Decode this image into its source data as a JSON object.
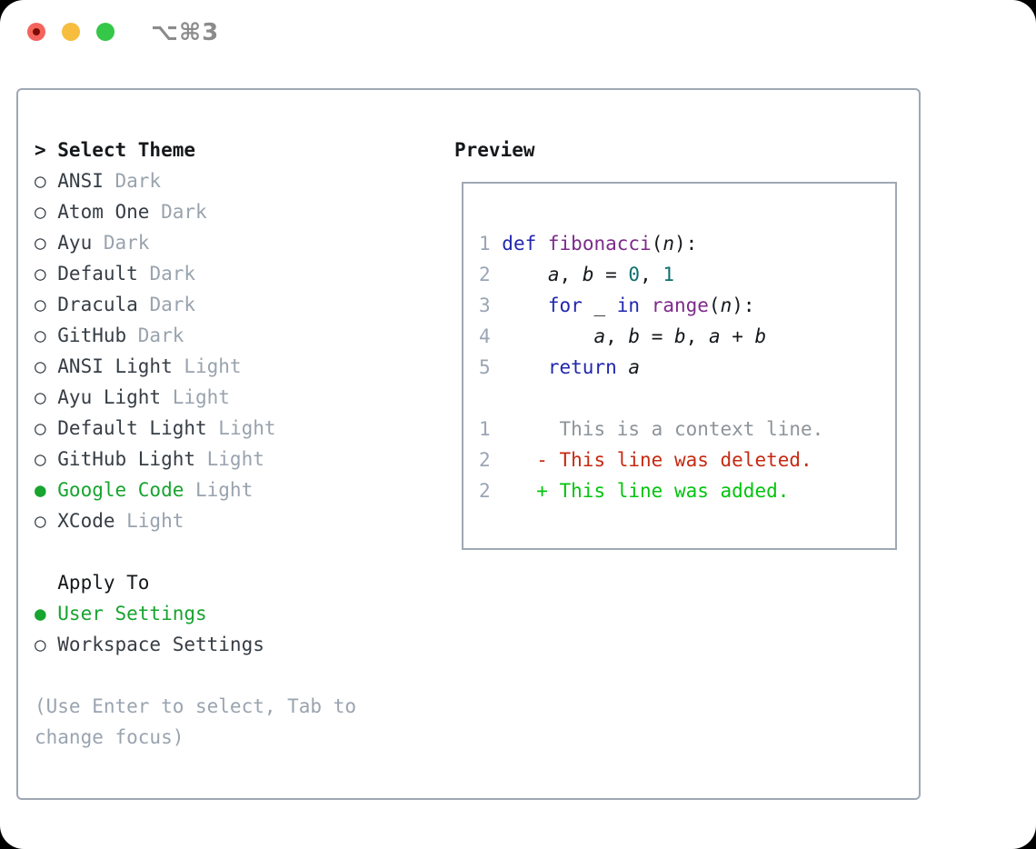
{
  "window": {
    "title": "⌥⌘3"
  },
  "icons": {
    "radio_unselected": "○",
    "radio_selected": "●"
  },
  "theme_picker": {
    "header": {
      "cursor": ">",
      "label": "Select Theme"
    },
    "items": [
      {
        "name": "ANSI",
        "tag": "Dark",
        "selected": false
      },
      {
        "name": "Atom One",
        "tag": "Dark",
        "selected": false
      },
      {
        "name": "Ayu",
        "tag": "Dark",
        "selected": false
      },
      {
        "name": "Default",
        "tag": "Dark",
        "selected": false
      },
      {
        "name": "Dracula",
        "tag": "Dark",
        "selected": false
      },
      {
        "name": "GitHub",
        "tag": "Dark",
        "selected": false
      },
      {
        "name": "ANSI Light",
        "tag": "Light",
        "selected": false
      },
      {
        "name": "Ayu Light",
        "tag": "Light",
        "selected": false
      },
      {
        "name": "Default Light",
        "tag": "Light",
        "selected": false
      },
      {
        "name": "GitHub Light",
        "tag": "Light",
        "selected": false
      },
      {
        "name": "Google Code",
        "tag": "Light",
        "selected": true
      },
      {
        "name": "XCode",
        "tag": "Light",
        "selected": false
      }
    ]
  },
  "apply_to": {
    "header": "Apply To",
    "options": [
      {
        "name": "User Settings",
        "selected": true
      },
      {
        "name": "Workspace Settings",
        "selected": false
      }
    ]
  },
  "help_text": "(Use Enter to select, Tab to change focus)",
  "preview": {
    "header": "Preview",
    "lines": [
      {
        "name": "code-line",
        "tokens": [
          {
            "t": "1 ",
            "c": "ln"
          },
          {
            "t": "def",
            "c": "kw"
          },
          {
            "t": " ",
            "c": "pl"
          },
          {
            "t": "fibonacci",
            "c": "fn"
          },
          {
            "t": "(",
            "c": "pl"
          },
          {
            "t": "n",
            "c": "var"
          },
          {
            "t": "):",
            "c": "pl"
          }
        ]
      },
      {
        "name": "code-line",
        "tokens": [
          {
            "t": "2 ",
            "c": "ln"
          },
          {
            "t": "    ",
            "c": "pl"
          },
          {
            "t": "a",
            "c": "var"
          },
          {
            "t": ", ",
            "c": "pl"
          },
          {
            "t": "b",
            "c": "var"
          },
          {
            "t": " = ",
            "c": "pl"
          },
          {
            "t": "0",
            "c": "lit"
          },
          {
            "t": ", ",
            "c": "pl"
          },
          {
            "t": "1",
            "c": "lit"
          }
        ]
      },
      {
        "name": "code-line",
        "tokens": [
          {
            "t": "3 ",
            "c": "ln"
          },
          {
            "t": "    ",
            "c": "pl"
          },
          {
            "t": "for",
            "c": "kw"
          },
          {
            "t": " _ ",
            "c": "pl"
          },
          {
            "t": "in",
            "c": "kw"
          },
          {
            "t": " ",
            "c": "pl"
          },
          {
            "t": "range",
            "c": "fn"
          },
          {
            "t": "(",
            "c": "pl"
          },
          {
            "t": "n",
            "c": "var"
          },
          {
            "t": "):",
            "c": "pl"
          }
        ]
      },
      {
        "name": "code-line",
        "tokens": [
          {
            "t": "4 ",
            "c": "ln"
          },
          {
            "t": "        ",
            "c": "pl"
          },
          {
            "t": "a",
            "c": "var"
          },
          {
            "t": ", ",
            "c": "pl"
          },
          {
            "t": "b",
            "c": "var"
          },
          {
            "t": " = ",
            "c": "pl"
          },
          {
            "t": "b",
            "c": "var"
          },
          {
            "t": ", ",
            "c": "pl"
          },
          {
            "t": "a",
            "c": "var"
          },
          {
            "t": " + ",
            "c": "pl"
          },
          {
            "t": "b",
            "c": "var"
          }
        ]
      },
      {
        "name": "code-line",
        "tokens": [
          {
            "t": "5 ",
            "c": "ln"
          },
          {
            "t": "    ",
            "c": "pl"
          },
          {
            "t": "return",
            "c": "kw"
          },
          {
            "t": " ",
            "c": "pl"
          },
          {
            "t": "a",
            "c": "var"
          }
        ]
      },
      {
        "name": "blank-line",
        "tokens": []
      },
      {
        "name": "diff-context-line",
        "tokens": [
          {
            "t": "1",
            "c": "ln"
          },
          {
            "t": "      ",
            "c": "pl"
          },
          {
            "t": "This is a context line.",
            "c": "ctx"
          }
        ]
      },
      {
        "name": "diff-deleted-line",
        "tokens": [
          {
            "t": "2",
            "c": "ln"
          },
          {
            "t": "    ",
            "c": "pl"
          },
          {
            "t": "- This line was deleted.",
            "c": "del"
          }
        ]
      },
      {
        "name": "diff-added-line",
        "tokens": [
          {
            "t": "2",
            "c": "ln"
          },
          {
            "t": "    ",
            "c": "pl"
          },
          {
            "t": "+ This line was added.",
            "c": "add"
          }
        ]
      }
    ]
  },
  "colors": {
    "accent_green": "#17a42f",
    "tag_gray": "#99a3ae",
    "text_dark": "#363d45",
    "header_black": "#15181b",
    "help_gray": "#9aa4b0",
    "line_number": "#9aa4b4",
    "context_gray": "#8d9499",
    "diff_red": "#c62a12",
    "diff_green": "#02c40e",
    "syntax_keyword": "#2127ae",
    "syntax_function": "#7d2a8a",
    "syntax_literal": "#0e6f70",
    "syntax_plain": "#15181b",
    "border_gray": "#9fa8b4",
    "traffic_red": "#f4645c",
    "traffic_red_dot": "#7b0d05",
    "traffic_yellow": "#f6bd3e",
    "traffic_green": "#35c748",
    "title_gray": "#8b8b8b"
  }
}
